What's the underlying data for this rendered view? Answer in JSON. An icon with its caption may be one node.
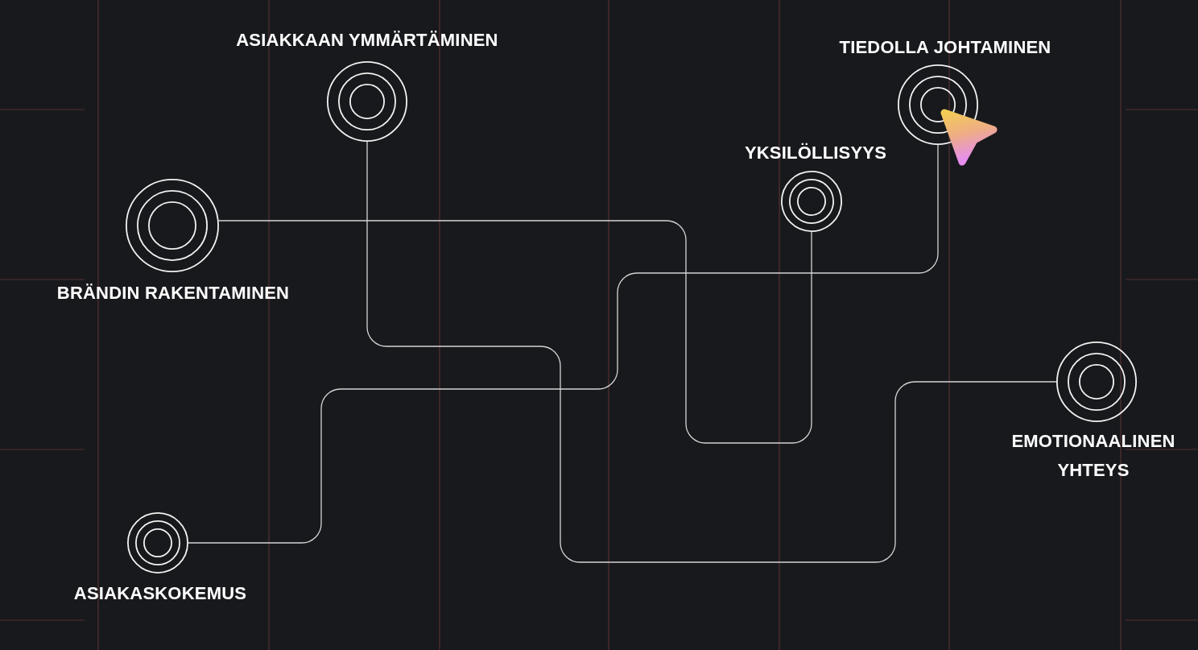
{
  "diagram": {
    "nodes": [
      {
        "text": [
          "ASIAKKAAN YMMÄRTÄMINEN"
        ]
      },
      {
        "text": [
          "TIEDOLLA JOHTAMINEN"
        ]
      },
      {
        "text": [
          "YKSILÖLLISYYS"
        ]
      },
      {
        "text": [
          "BRÄNDIN RAKENTAMINEN"
        ]
      },
      {
        "text": [
          "EMOTIONAALINEN YHTEYS"
        ]
      },
      {
        "text": [
          "ASIAKASKOKEMUS"
        ]
      }
    ],
    "edges": [
      {
        "from": 0,
        "to": 4,
        "arrow": "none"
      },
      {
        "from": 3,
        "to": 2,
        "arrow": "none"
      },
      {
        "from": 5,
        "to": 1,
        "arrow": "none"
      }
    ]
  }
}
